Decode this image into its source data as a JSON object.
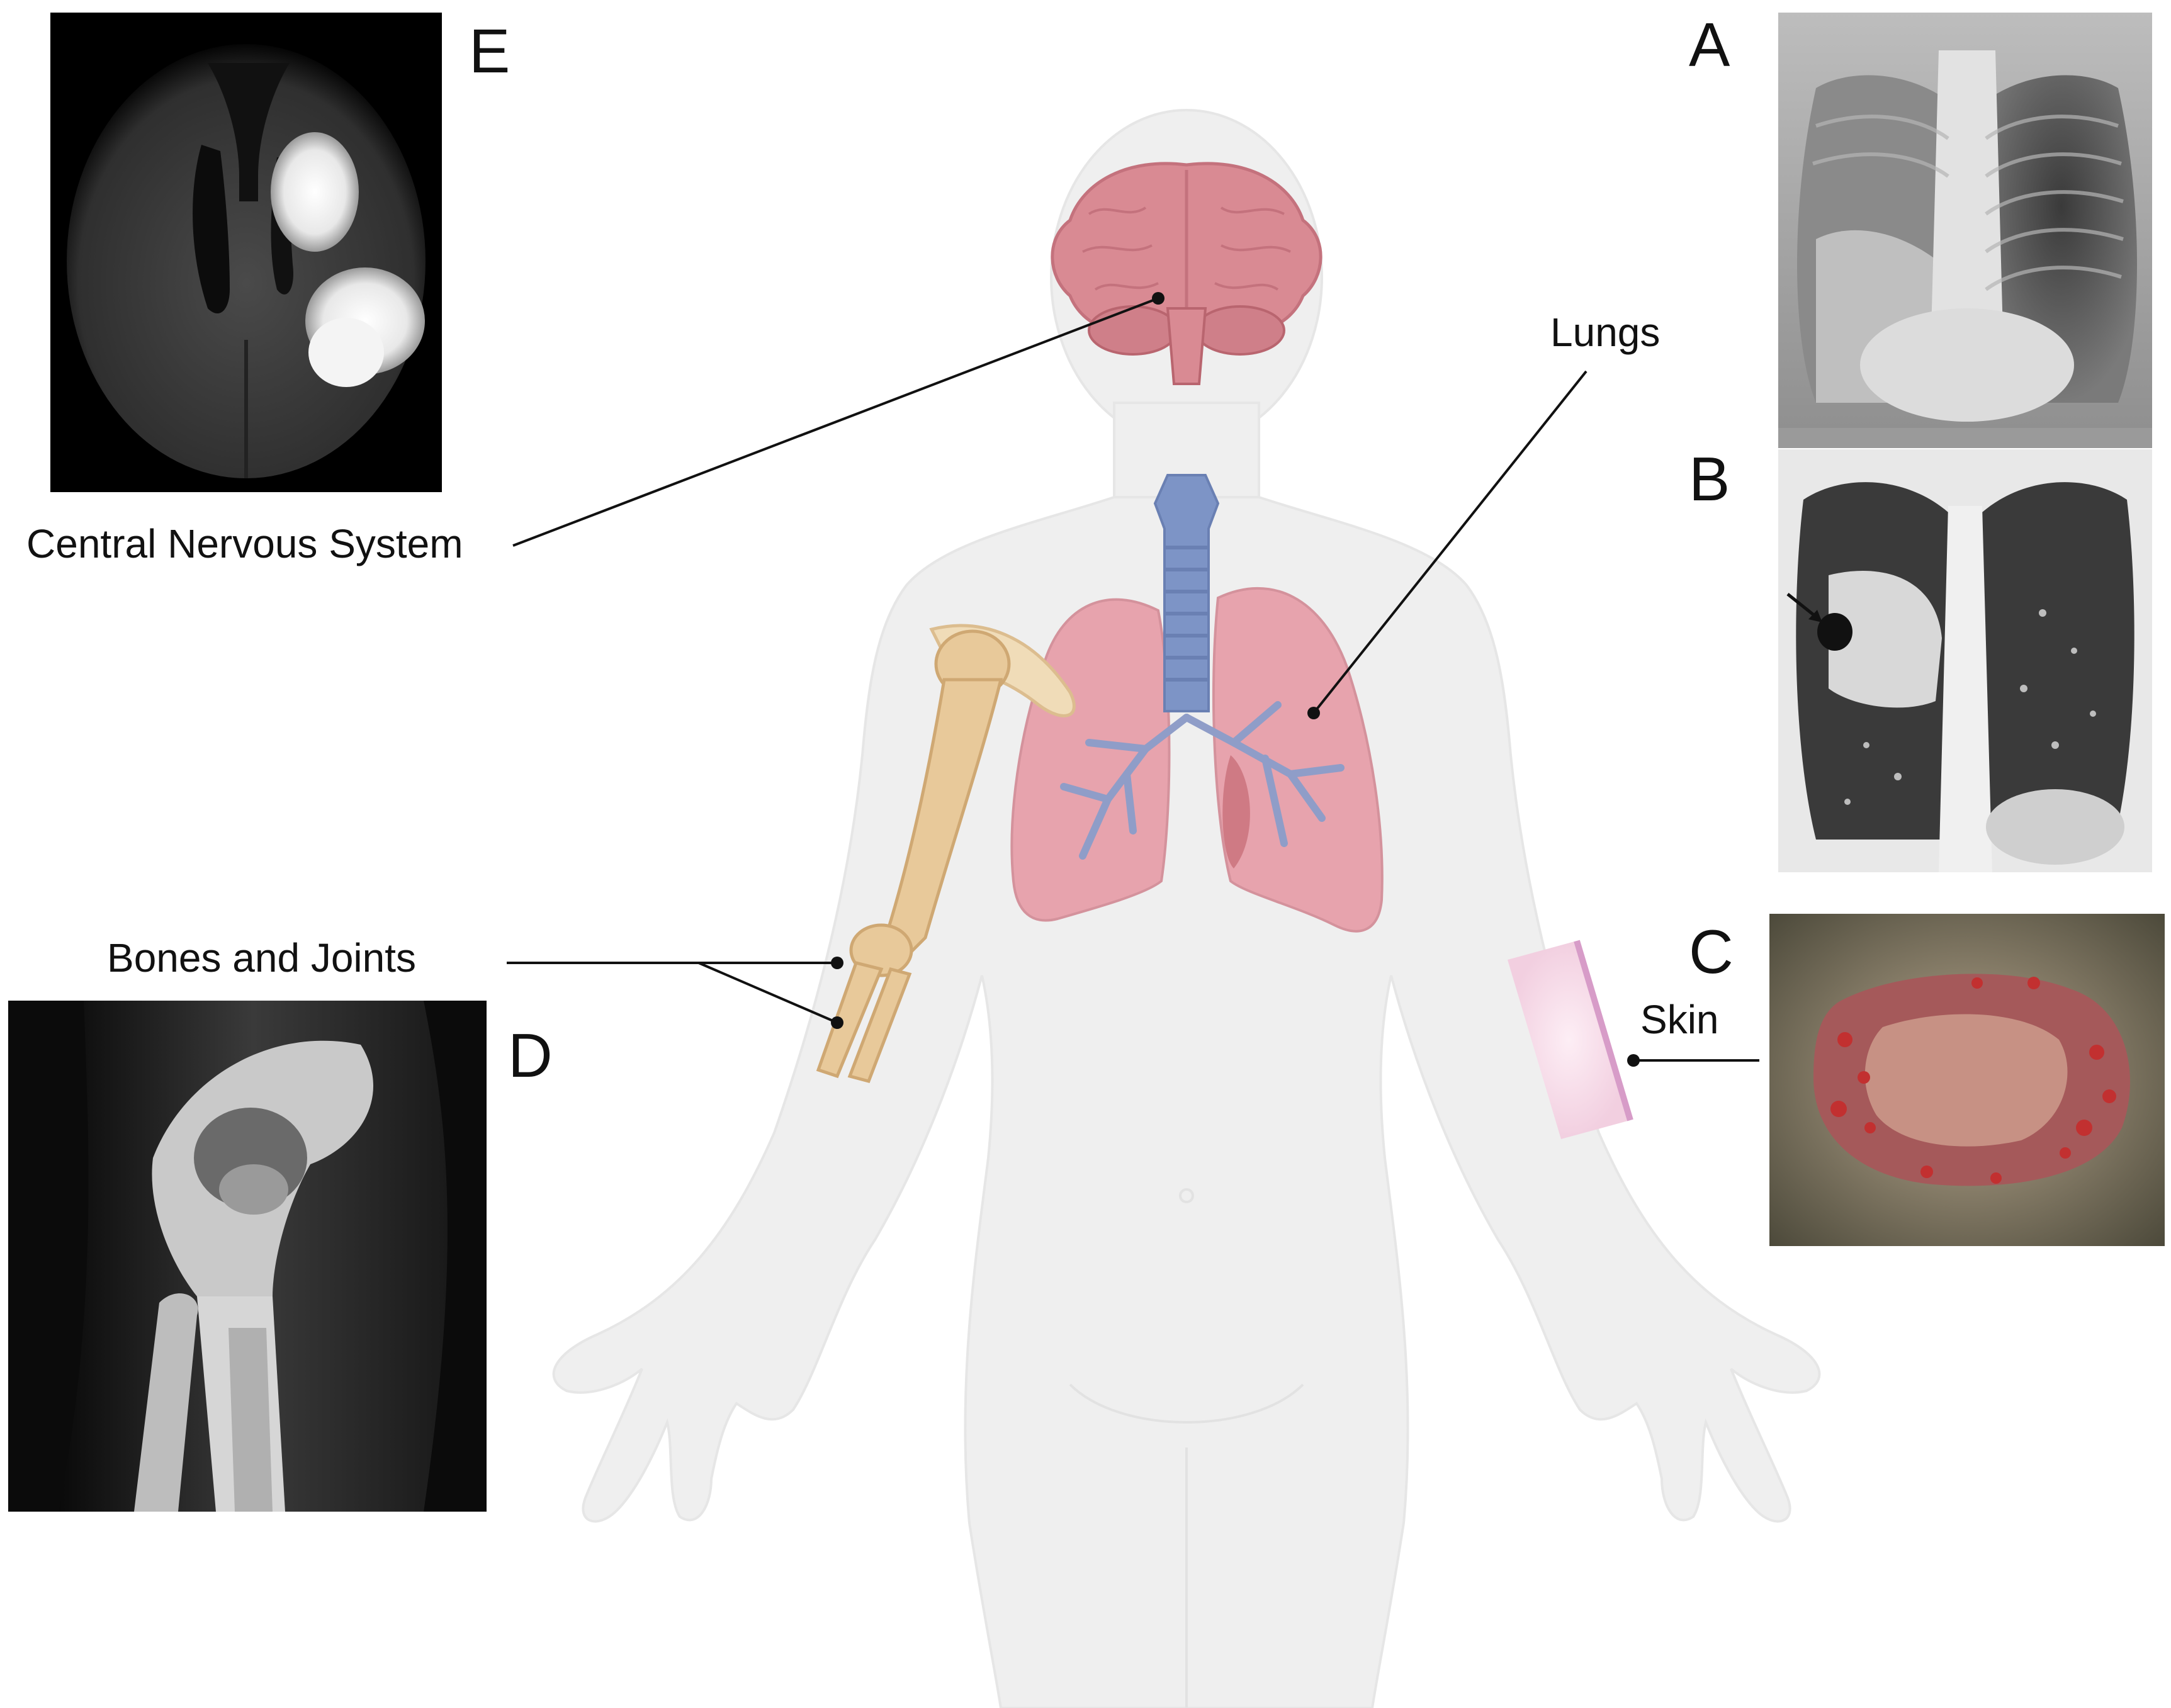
{
  "labels": {
    "cns": "Central Nervous System",
    "lungs": "Lungs",
    "bones": "Bones and Joints",
    "skin": "Skin"
  },
  "panel_letters": {
    "a": "A",
    "b": "B",
    "c": "C",
    "d": "D",
    "e": "E"
  },
  "colors": {
    "body_silhouette": "#efefef",
    "brain": "#d98a93",
    "trachea": "#7d94c6",
    "lungs": "#e7a3ad",
    "bone": "#e8c99a",
    "skin_patch": "#f4d7e6",
    "leader_line": "#111111"
  }
}
